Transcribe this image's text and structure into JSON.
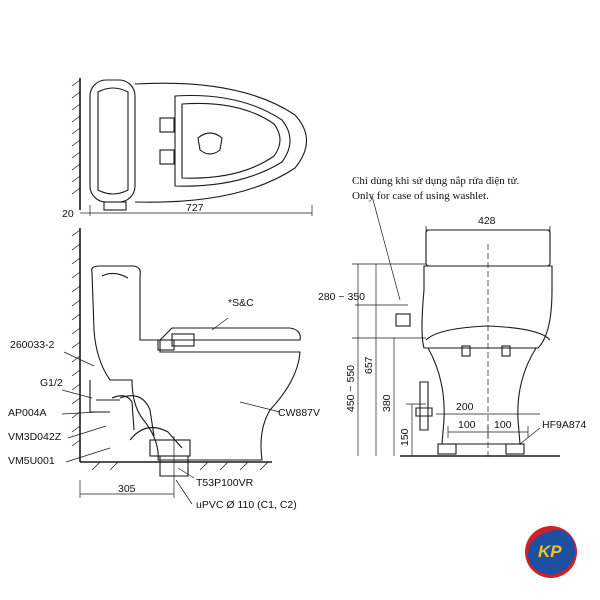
{
  "top_view": {
    "wall_gap": "20",
    "length": "727"
  },
  "side_view": {
    "labels": {
      "seat_cover": "*S&C",
      "body": "CW887V",
      "part_1": "260033-2",
      "part_2": "G1/2",
      "part_3": "AP004A",
      "part_4": "VM3D042Z",
      "part_5": "VM5U001",
      "flange": "T53P100VR",
      "pipe": "uPVC Ø 110 (C1, C2)",
      "rough_in": "305"
    }
  },
  "front_view": {
    "note_line1": "Chỉ dùng khi sử dụng nắp rửa điện tử.",
    "note_line2": "Only for case of using washlet.",
    "width": "428",
    "outlet_height_range": "280 ~ 350",
    "total_height": "657",
    "seat_height_range": "450 ~ 550",
    "height_380": "380",
    "height_150": "150",
    "spacing_200": "200",
    "spacing_100_left": "100",
    "spacing_100_right": "100",
    "bolt_part": "HF9A874"
  },
  "logo": {
    "text": "KP",
    "colors": {
      "outer": "#d21f26",
      "inner": "#1d4fa3",
      "text": "#f4c21a"
    }
  }
}
